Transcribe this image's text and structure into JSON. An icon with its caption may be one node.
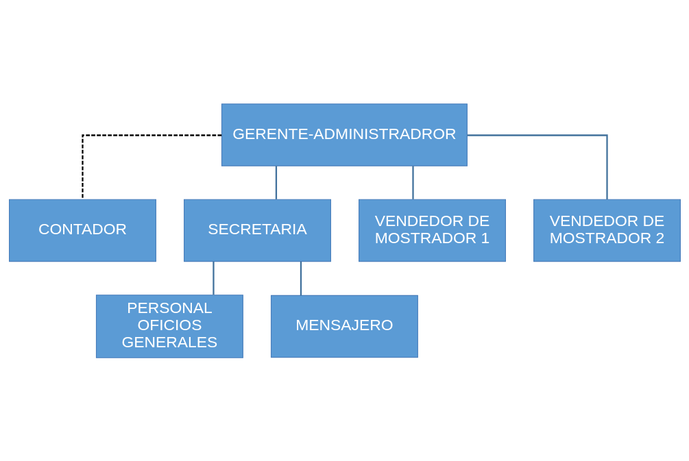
{
  "diagram": {
    "nodes": [
      {
        "text": [
          "GERENTE-ADMINISTRADROR"
        ]
      },
      {
        "text": [
          "CONTADOR"
        ]
      },
      {
        "text": [
          "SECRETARIA"
        ]
      },
      {
        "text": [
          "VENDEDOR DE MOSTRADOR 1"
        ]
      },
      {
        "text": [
          "VENDEDOR DE MOSTRADOR 2"
        ]
      },
      {
        "text": [
          "PERSONAL OFICIOS GENERALES"
        ]
      },
      {
        "text": [
          "MENSAJERO"
        ]
      }
    ],
    "edges": [
      {
        "from": 0,
        "to": 1,
        "arrow": "none",
        "style": "dashed",
        "color": "#000000"
      },
      {
        "from": 0,
        "to": 2,
        "arrow": "none"
      },
      {
        "from": 0,
        "to": 3,
        "arrow": "none"
      },
      {
        "from": 0,
        "to": 4,
        "arrow": "none"
      },
      {
        "from": 2,
        "to": 5,
        "arrow": "none"
      },
      {
        "from": 2,
        "to": 6,
        "arrow": "none"
      }
    ]
  }
}
